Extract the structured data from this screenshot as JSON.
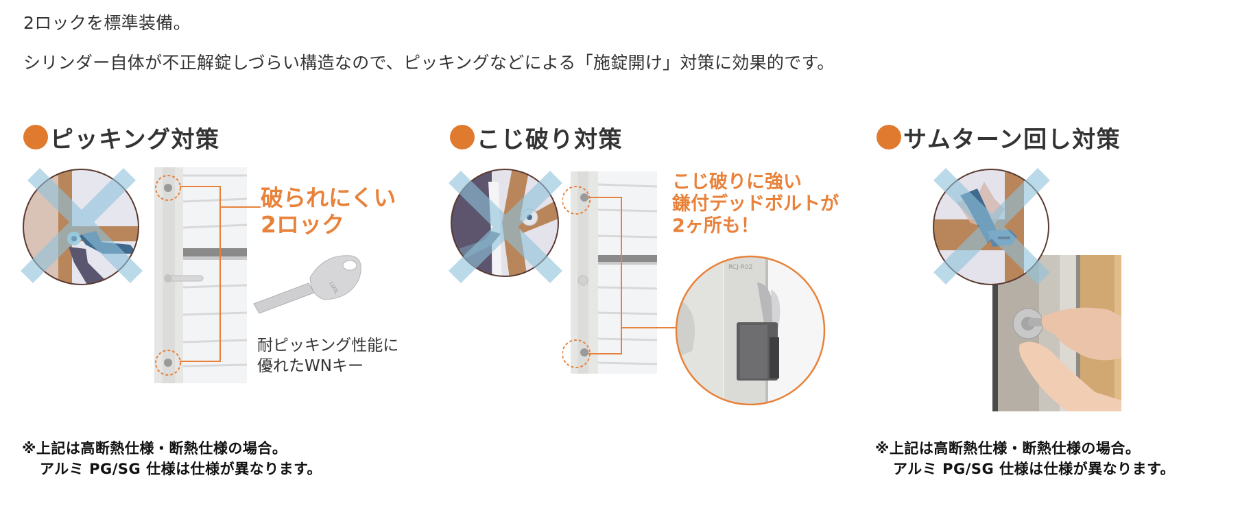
{
  "intro": {
    "line1": "2ロックを標準装備。",
    "line2": "シリンダー自体が不正解錠しづらい構造なので、ピッキングなどによる「施錠開け」対策に効果的です。"
  },
  "colors": {
    "accent_orange": "#E07A2E",
    "callout_orange": "#E8823A",
    "text": "#333333",
    "cross_blue": "#8FC3DC"
  },
  "sections": [
    {
      "heading": "ピッキング対策",
      "bullet_icon": "orange-dot-icon",
      "callout_lines": [
        "破られにくい",
        "2ロック"
      ],
      "caption_lines": [
        "耐ピッキング性能に",
        "優れたWNキー"
      ],
      "note_lines": [
        "※上記は高断熱仕様・断熱仕様の場合。",
        "アルミ PG/SG 仕様は仕様が異なります。"
      ],
      "illustrations": [
        "picking-crossed-circle-icon",
        "door-frame-2lock-image",
        "wn-key-image"
      ]
    },
    {
      "heading": "こじ破り対策",
      "bullet_icon": "orange-dot-icon",
      "callout_lines": [
        "こじ破りに強い",
        "鎌付デッドボルトが",
        "2ヶ所も！"
      ],
      "illustrations": [
        "prying-crossed-circle-icon",
        "door-frame-deadbolt-image",
        "deadbolt-closeup-image"
      ]
    },
    {
      "heading": "サムターン回し対策",
      "bullet_icon": "orange-dot-icon",
      "note_lines": [
        "※上記は高断熱仕様・断熱仕様の場合。",
        "アルミ PG/SG 仕様は仕様が異なります。"
      ],
      "illustrations": [
        "thumbturn-crossed-circle-icon",
        "thumbturn-hand-photo"
      ]
    }
  ]
}
